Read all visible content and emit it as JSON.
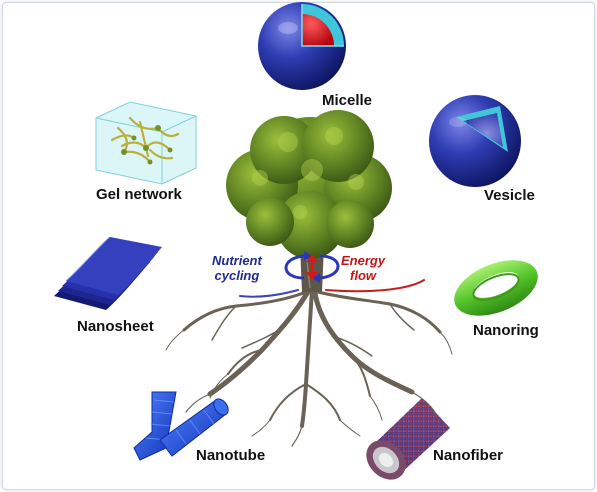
{
  "labels": {
    "micelle": "Micelle",
    "vesicle": "Vesicle",
    "gel_network": "Gel network",
    "nanosheet": "Nanosheet",
    "nanoring": "Nanoring",
    "nanotube": "Nanotube",
    "nanofiber": "Nanofiber"
  },
  "cycle": {
    "left_line1": "Nutrient",
    "left_line2": "cycling",
    "right_line1": "Energy",
    "right_line2": "flow"
  },
  "colors": {
    "sphere_blue": "#2b3bb0",
    "teal_shell": "#3fc6d8",
    "core_red": "#e0101c",
    "nanoring_green": "#5ecb2e",
    "nanosheet_blue": "#2830a8",
    "nanotube_blue": "#1e50e0",
    "nutrient_text": "#1f2a8c",
    "energy_text": "#c01818",
    "foliage": "#4d6e1c",
    "roots": "#6a6355"
  }
}
